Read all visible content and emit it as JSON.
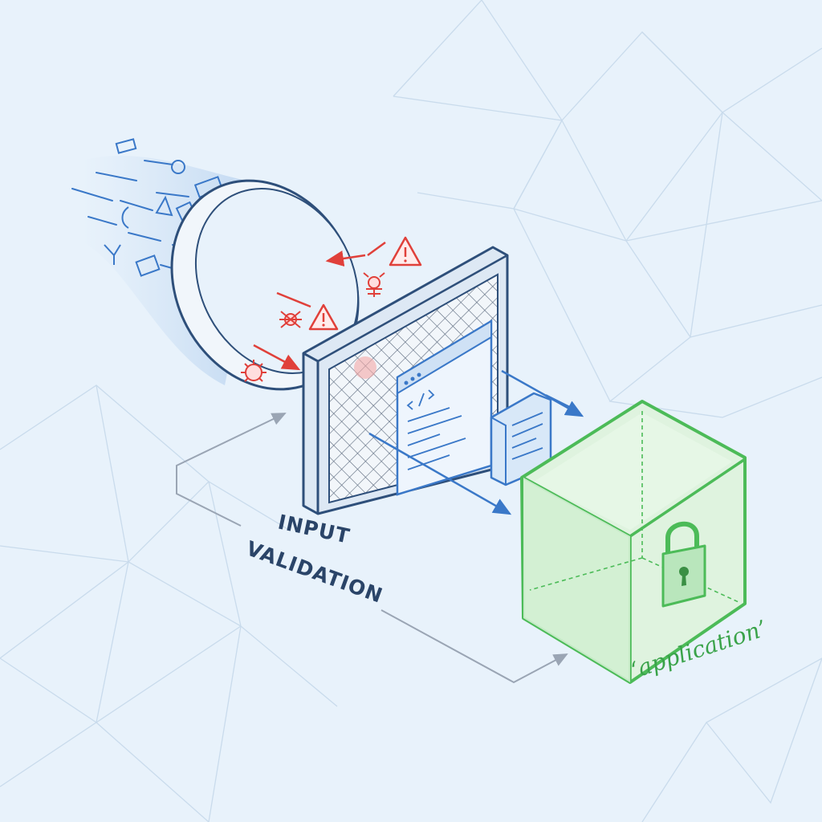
{
  "colors": {
    "background": "#e8f2fb",
    "mesh": "#c9dbec",
    "blue": "#3a78c8",
    "blue_dark": "#2e4f7a",
    "red": "#e0403a",
    "green": "#4cbb58",
    "green_fill": "#d4f0d4",
    "gray_line": "#9aa5b4"
  },
  "labels": {
    "filter_line1": "INPUT",
    "filter_line2": "VALIDATION",
    "application": "‘application’"
  },
  "icons": {
    "threats": [
      "warning-icon",
      "bug-icon",
      "warning-icon",
      "bug-icon",
      "bug-icon"
    ],
    "accepted": [
      "code-window-icon",
      "document-icon"
    ],
    "protected": "padlock-icon"
  }
}
